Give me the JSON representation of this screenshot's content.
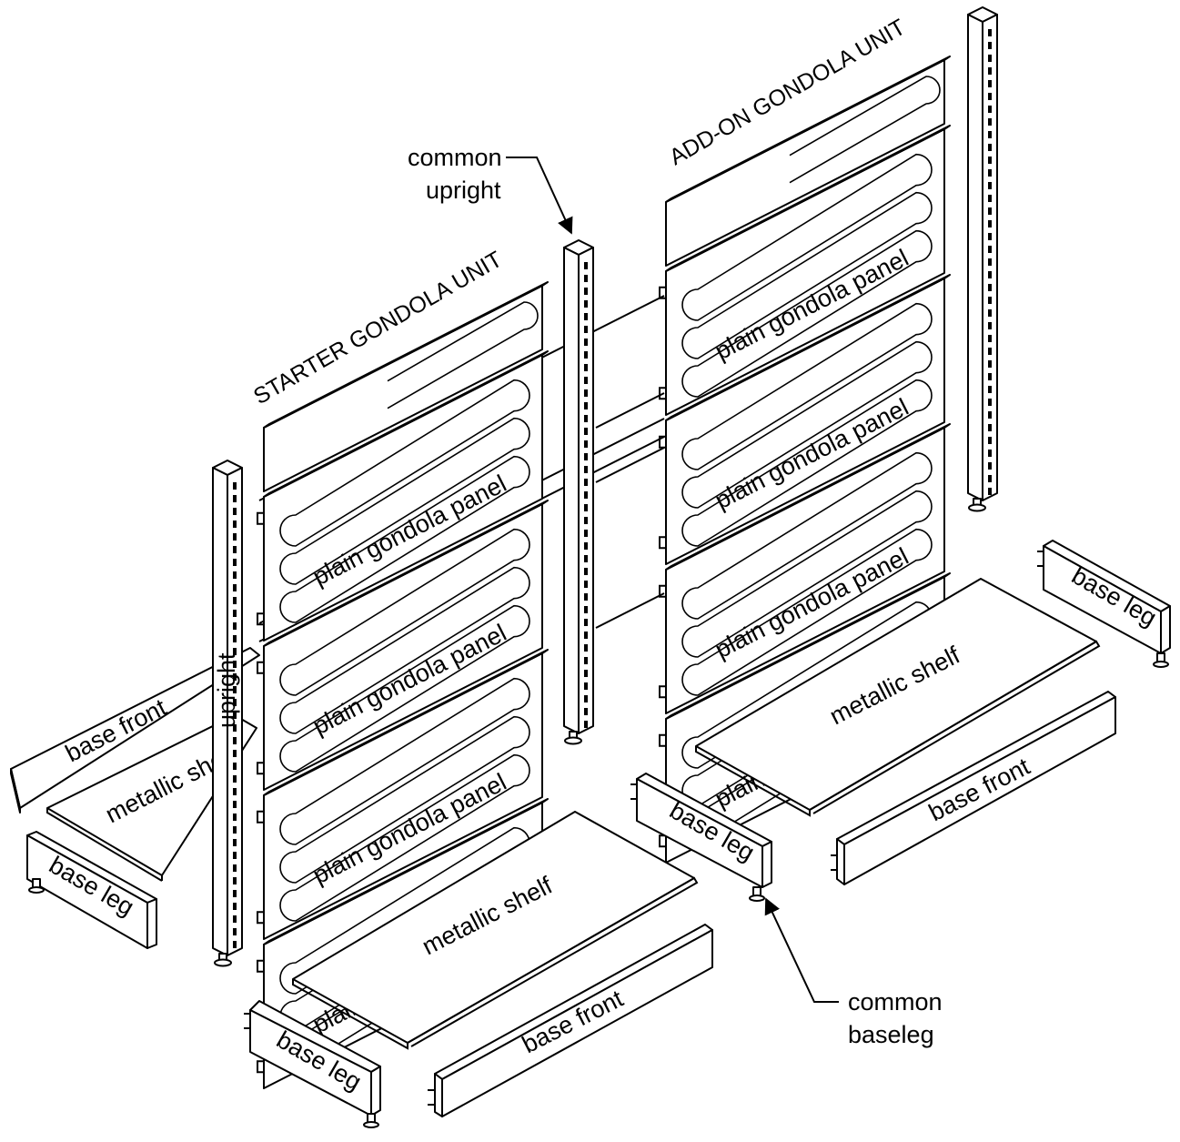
{
  "diagram": {
    "titles": {
      "starter_unit": "STARTER GONDOLA UNIT",
      "addon_unit": "ADD-ON GONDOLA UNIT"
    },
    "callouts": {
      "common_upright": [
        "common",
        "upright"
      ],
      "common_baseleg": [
        "common",
        "baseleg"
      ]
    },
    "parts": {
      "upright": "upright",
      "plain_gondola_panel": "plain gondola panel",
      "metallic_shelf": "metallic shelf",
      "base_front": "base front",
      "base_leg": "base leg"
    },
    "colors": {
      "line": "#000000",
      "background": "#ffffff"
    }
  }
}
